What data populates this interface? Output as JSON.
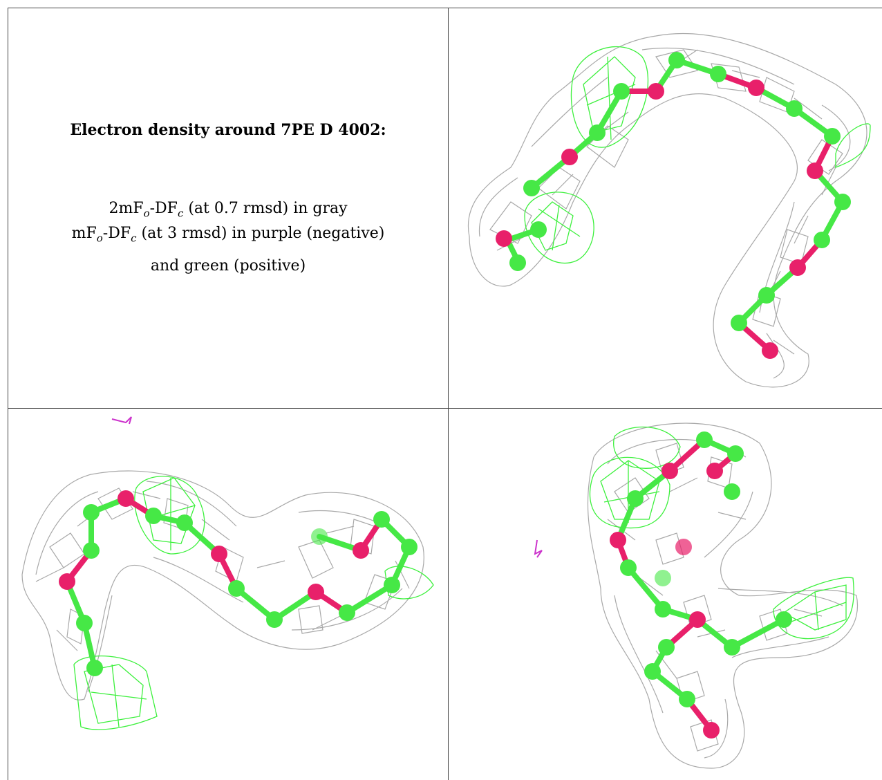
{
  "caption": {
    "title": "Electron density around 7PE D 4002:",
    "line1_prefix": "2mF",
    "line1_sub1": "o",
    "line1_mid": "-DF",
    "line1_sub2": "c",
    "line1_suffix": " (at 0.7 rmsd) in gray",
    "line2_prefix": "mF",
    "line2_sub1": "o",
    "line2_mid": "-DF",
    "line2_sub2": "c",
    "line2_suffix": " (at 3 rmsd) in purple (negative)",
    "line3": "and green (positive)"
  },
  "colors": {
    "mesh_gray": "#9a9a9a",
    "positive_green": "#3cf03c",
    "negative_purple": "#cc33cc",
    "carbon": "#46e846",
    "oxygen": "#e8206a",
    "grid_line": "#444444"
  },
  "panels": [
    {
      "name": "view-top-right",
      "description": "density view 1"
    },
    {
      "name": "view-bottom-left",
      "description": "density view 2"
    },
    {
      "name": "view-bottom-right",
      "description": "density view 3"
    }
  ]
}
